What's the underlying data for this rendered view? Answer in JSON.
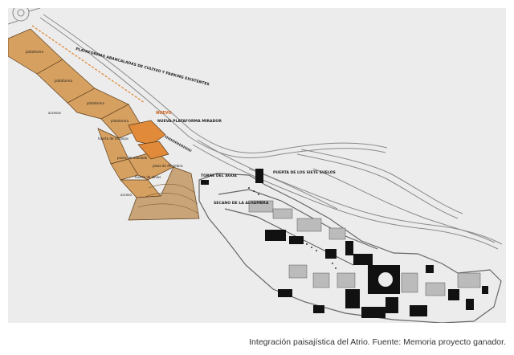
{
  "colors": {
    "background": "#ececec",
    "plot_orange": "#d6a060",
    "plot_tan": "#c9a478",
    "accent_orange": "#e08a3a",
    "walls": "#777777",
    "buildings": "#111111"
  },
  "labels": {
    "plataformas_header": "PLATAFORMAS ABANCALADAS DE CULTIVO Y PARKING EXISTENTES",
    "plataforma_1": "plataforma",
    "plataforma_2": "plataforma",
    "plataforma_3": "plataforma",
    "plataforma_4": "plataforma",
    "huerto_naranjos": "huerto de naranjos",
    "paseo_arbolado": "paseo de arbolado",
    "plaza_alhambra": "plaza de Alhambra",
    "huerto_olivos": "huerto de olivos",
    "nuevo": "NUEVO",
    "nueva_plataforma": "NUEVA PLATAFORMA MIRADOR",
    "torre_agua": "TORRE DEL AGUA",
    "puerta_siete": "PUERTA DE LOS SIETE SUELOS",
    "secano": "SECANO DE LA ALHAMBRA",
    "accesos": "accesos",
    "acceso": "acceso"
  },
  "caption": "Integración paisajística del Atrio. Fuente: Memoria proyecto ganador."
}
